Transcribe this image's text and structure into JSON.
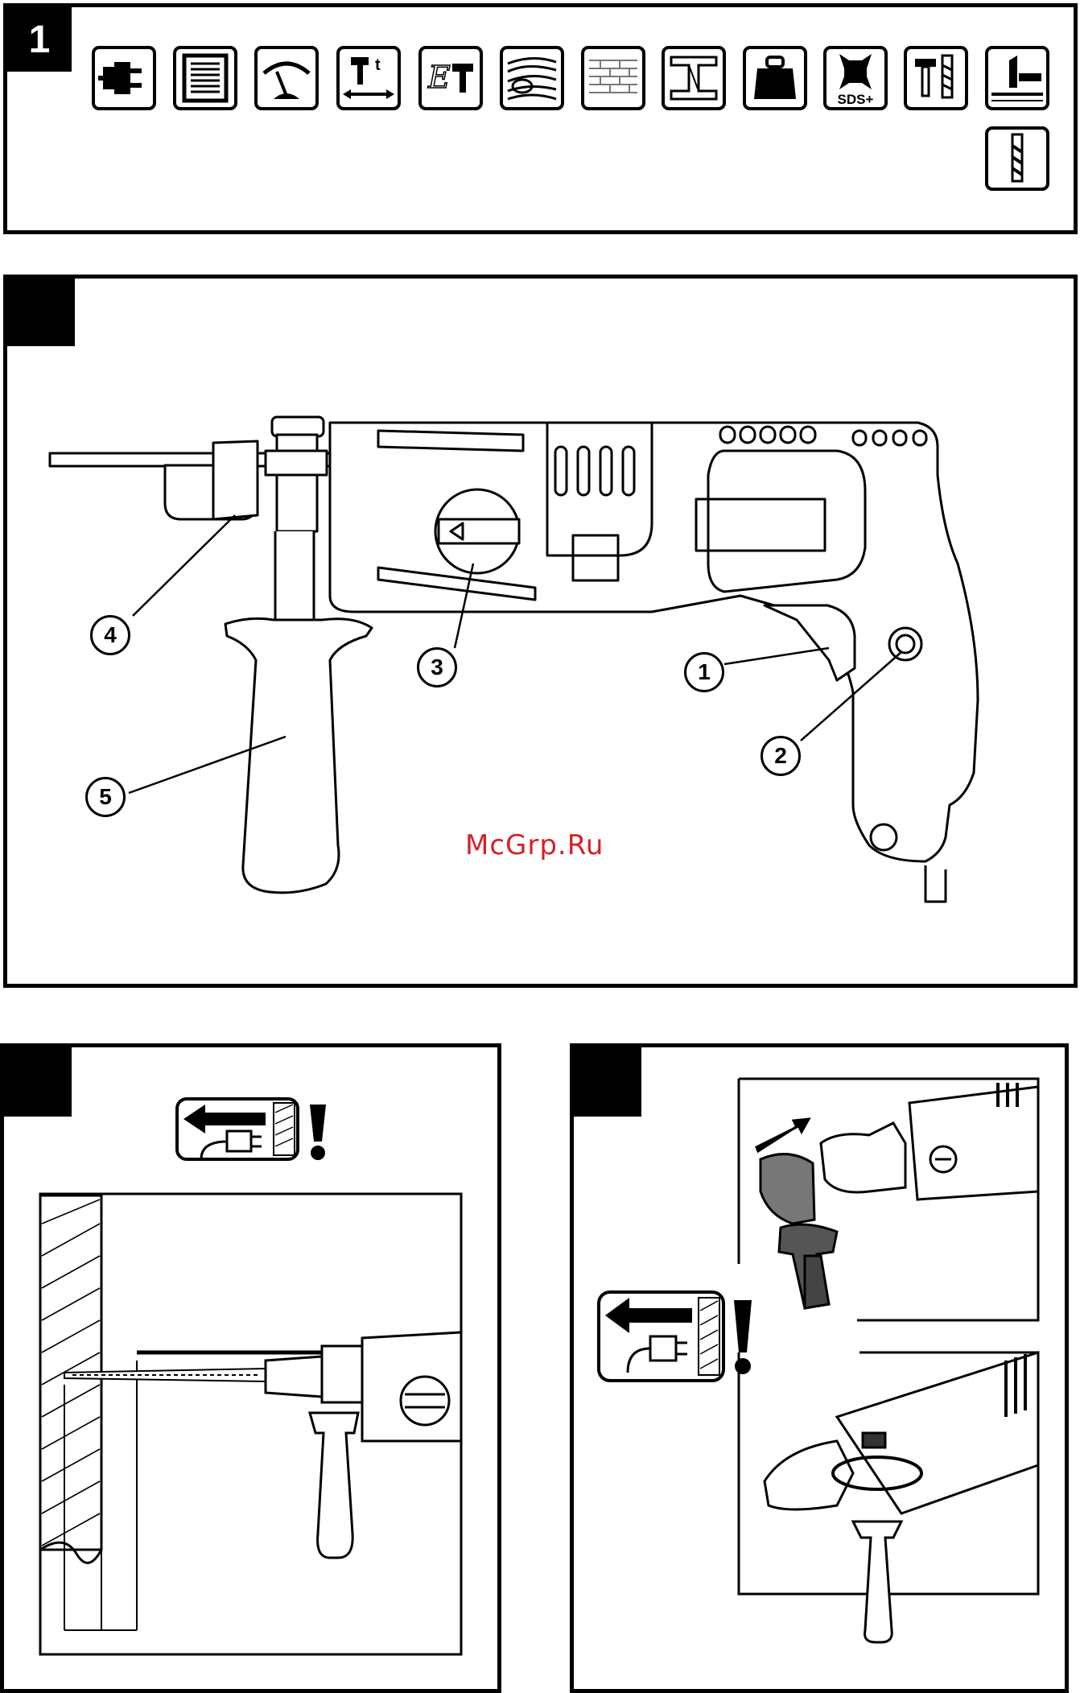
{
  "panel1": {
    "tab": "1"
  },
  "panel2": {
    "tab": "",
    "callouts": [
      "1",
      "2",
      "3",
      "4",
      "5"
    ]
  },
  "panel3": {
    "tab": ""
  },
  "panel4": {
    "tab": ""
  },
  "icons": {
    "row1": [
      "plug-icon",
      "motor-icon",
      "gauge-icon",
      "hammer-speed-icon",
      "et-hammer-icon",
      "wood-icon",
      "brick-icon",
      "steel-beam-icon",
      "weight-icon",
      "sds-plus-icon",
      "hammer-drill-icon",
      "chisel-stop-icon"
    ],
    "row2": [
      "drill-bit-icon"
    ],
    "sds_label": "SDS+",
    "et_label": "E",
    "hammer_t_label": "t"
  },
  "watermark": "McGrp.Ru"
}
